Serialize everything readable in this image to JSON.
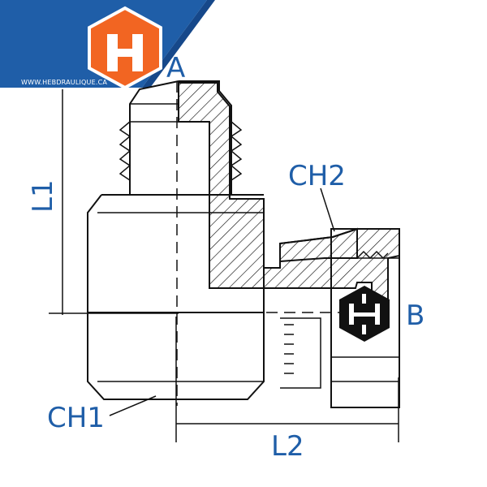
{
  "brand": {
    "logo_letter": "H",
    "website": "WWW.HEBDRAULIQUE.CA",
    "banner_color": "#1f5ea8",
    "logo_color": "#f26522"
  },
  "labels": {
    "port_a": "A",
    "port_b": "B",
    "ch1": "CH1",
    "ch2": "CH2",
    "l1": "L1",
    "l2": "L2"
  },
  "colors": {
    "label": "#1f5ea8",
    "line": "#111111",
    "hex_badge": "#111111"
  },
  "icons": {
    "hex_marker": "hex-nut-icon"
  }
}
